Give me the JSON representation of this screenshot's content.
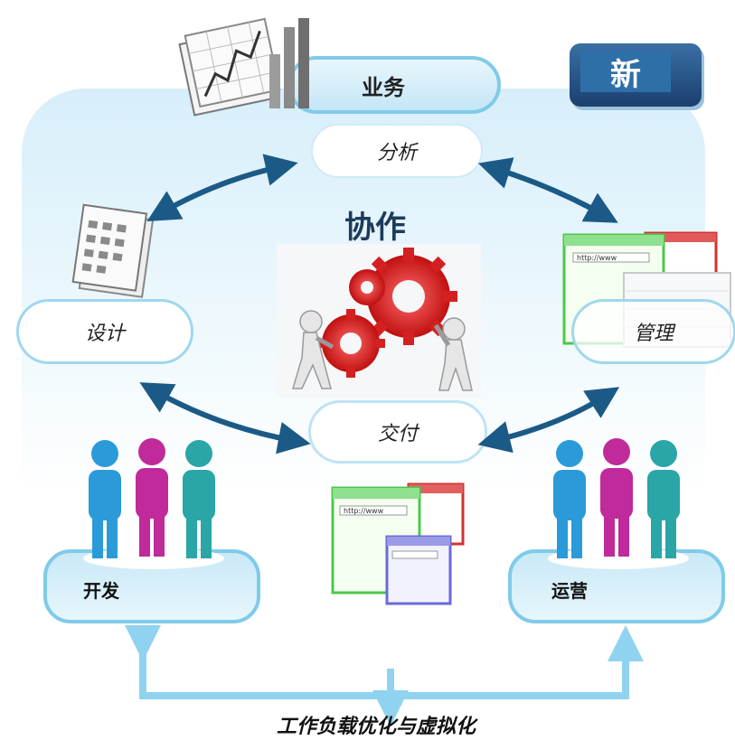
{
  "badge": {
    "label": "新"
  },
  "center": {
    "title": "协作"
  },
  "nodes": {
    "business": "业务",
    "analysis": "分析",
    "design": "设计",
    "management": "管理",
    "delivery": "交付",
    "development": "开发",
    "operations": "运营"
  },
  "footer": {
    "label": "工作负载优化与虚拟化"
  },
  "browser_window": {
    "url_text": "http://www"
  },
  "colors": {
    "arrow_dark": "#1b5a86",
    "arrow_light": "#8fd3f0",
    "panel_border": "#7fcbe9",
    "gear_red": "#d42020",
    "person_blue": "#2a9bd8",
    "person_magenta": "#c02a9a",
    "person_teal": "#2aa6a6"
  }
}
